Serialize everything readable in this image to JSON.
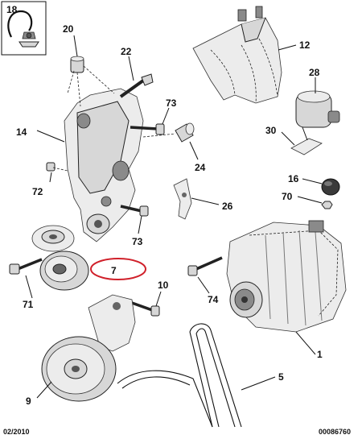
{
  "callouts": {
    "c1": "1",
    "c5": "5",
    "c7": "7",
    "c9": "9",
    "c10": "10",
    "c12": "12",
    "c14": "14",
    "c16": "16",
    "c18": "18",
    "c20": "20",
    "c22": "22",
    "c24": "24",
    "c26": "26",
    "c28": "28",
    "c30": "30",
    "c70": "70",
    "c71": "71",
    "c72": "72",
    "c73a": "73",
    "c73b": "73",
    "c74": "74"
  },
  "footer": {
    "date": "02/2010",
    "reference": "00086760"
  },
  "colors": {
    "highlight_ring": "#d0202a",
    "ink": "#111111"
  }
}
